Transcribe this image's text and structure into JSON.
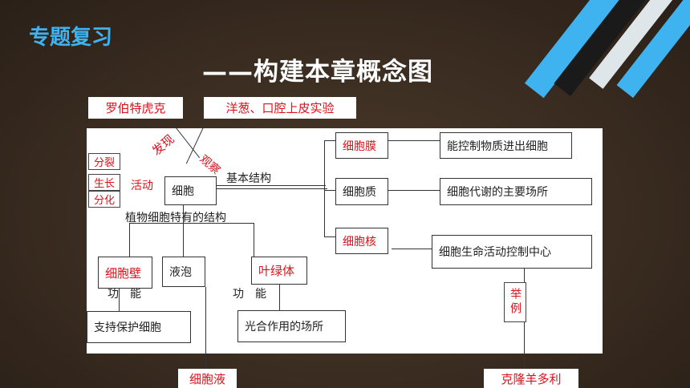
{
  "slide": {
    "section_title": "专题复习",
    "main_title": "——构建本章概念图"
  },
  "top_labels": {
    "scientist": "罗伯特虎克",
    "experiment": "洋葱、口腔上皮实验"
  },
  "diagonal_labels": {
    "discover": "发现",
    "observe": "观察"
  },
  "left_boxes": [
    "分裂",
    "生长",
    "分化"
  ],
  "activity_label": "活动",
  "cell_node": "细胞",
  "basic_structure_label": "基本结构",
  "plant_structure_label": "植物细胞特有的结构",
  "structures": [
    {
      "name": "细胞膜",
      "function": "能控制物质进出细胞"
    },
    {
      "name": "细胞质",
      "function": "细胞代谢的主要场所"
    },
    {
      "name": "细胞核",
      "function": "细胞生命活动控制中心"
    }
  ],
  "plant_structures": {
    "wall": "细胞壁",
    "vacuole": "液泡",
    "chloroplast": "叶绿体"
  },
  "function_labels": [
    "功能",
    "功能"
  ],
  "plant_functions": {
    "wall": "支持保护细胞",
    "chloroplast": "光合作用的场所"
  },
  "example_label": "举例",
  "bottom_labels": {
    "cell_sap": "细胞液",
    "dolly": "克隆羊多利"
  },
  "colors": {
    "section_title": "#3fb3f0",
    "highlight": "#e0101a",
    "stripe": "#3fb3f0"
  }
}
